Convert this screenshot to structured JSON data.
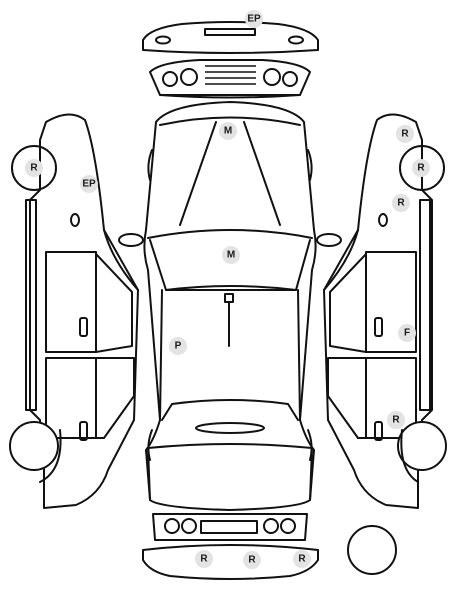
{
  "colors": {
    "line": "#111111",
    "badge_fill": "#e3e3e3",
    "badge_text": "#1a1a1a",
    "background": "#ffffff"
  },
  "markers": {
    "top_rear_bumper": "EP",
    "hood": "M",
    "windshield": "M",
    "roof": "P",
    "left_front_wheel": "R",
    "left_front_fender": "EP",
    "right_front_wheel_upper": "R",
    "right_front_wheel": "R",
    "right_front_fender": "R",
    "right_front_door": "F",
    "right_rear_wheel": "R",
    "front_bumper_left": "R",
    "front_bumper_center": "R",
    "front_bumper_right": "R"
  }
}
